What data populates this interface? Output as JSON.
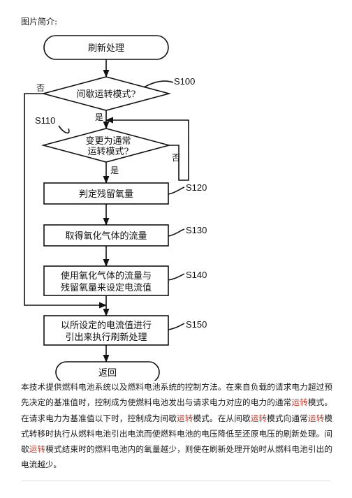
{
  "caption": "图片简介:",
  "flowchart": {
    "start": "刷新处理",
    "decision1": {
      "text": "间歇运转模式?",
      "step": "S100",
      "no": "否",
      "yes": "是"
    },
    "decision2": {
      "line1": "变更为通常",
      "line2": "运转模式?",
      "step": "S110",
      "no": "否",
      "yes": "是"
    },
    "process1": {
      "text": "判定残留氧量",
      "step": "S120"
    },
    "process2": {
      "text": "取得氧化气体的流量",
      "step": "S130"
    },
    "process3": {
      "line1": "使用氧化气体的流量与",
      "line2": "残留氧量来设定电流值",
      "step": "S140"
    },
    "process4": {
      "line1": "以所设定的电流值进行",
      "line2": "引出来执行刷新处理",
      "step": "S150"
    },
    "end": "返回"
  },
  "description": {
    "highlight_color": "#c0392b",
    "parts": [
      {
        "text": "本技术提供燃料电池系统以及燃料电池系统的控制方法。在来自负载的请求电力超过预先决定的基准值时，控制成为使燃料电池发出与请求电力对应的电力的通常",
        "hl": false
      },
      {
        "text": "运转",
        "hl": true
      },
      {
        "text": "模式。在请求电力为基准值以下时，控制成为间歇",
        "hl": false
      },
      {
        "text": "运转",
        "hl": true
      },
      {
        "text": "模式。在从间歇",
        "hl": false
      },
      {
        "text": "运转",
        "hl": true
      },
      {
        "text": "模式向通常",
        "hl": false
      },
      {
        "text": "运转",
        "hl": true
      },
      {
        "text": "模式转移时执行从燃料电池引出电流而使燃料电池的电压降低至还原电压的刷新处理。间歇",
        "hl": false
      },
      {
        "text": "运转",
        "hl": true
      },
      {
        "text": "模式结束时的燃料电池内的氧量越少，则使在刷新处理开始时从燃料电池引出的电流越少。",
        "hl": false
      }
    ]
  }
}
